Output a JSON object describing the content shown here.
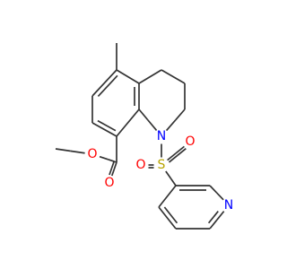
{
  "molecule": {
    "atoms": [
      {
        "id": "methyl-carbon",
        "symbol": "",
        "color": "#333333"
      },
      {
        "id": "c5",
        "symbol": "",
        "color": "#333333"
      },
      {
        "id": "c4a",
        "symbol": "",
        "color": "#333333"
      },
      {
        "id": "c4",
        "symbol": "",
        "color": "#333333"
      },
      {
        "id": "c3",
        "symbol": "",
        "color": "#333333"
      },
      {
        "id": "c2",
        "symbol": "",
        "color": "#333333"
      },
      {
        "id": "ring-nitrogen",
        "symbol": "N",
        "color": "#0000ff"
      },
      {
        "id": "c8a",
        "symbol": "",
        "color": "#333333"
      },
      {
        "id": "c8",
        "symbol": "",
        "color": "#333333"
      },
      {
        "id": "c7",
        "symbol": "",
        "color": "#333333"
      },
      {
        "id": "c6",
        "symbol": "",
        "color": "#333333"
      },
      {
        "id": "ester-carbon",
        "symbol": "",
        "color": "#333333"
      },
      {
        "id": "carbonyl-oxygen",
        "symbol": "O",
        "color": "#ff0000"
      },
      {
        "id": "ester-oxygen",
        "symbol": "O",
        "color": "#ff0000"
      },
      {
        "id": "methoxy-carbon",
        "symbol": "",
        "color": "#333333"
      },
      {
        "id": "sulfur",
        "symbol": "S",
        "color": "#b8a400"
      },
      {
        "id": "sulfonyl-oxygen-right",
        "symbol": "O",
        "color": "#ff0000"
      },
      {
        "id": "sulfonyl-oxygen-left",
        "symbol": "O",
        "color": "#ff0000"
      },
      {
        "id": "py-c3",
        "symbol": "",
        "color": "#333333"
      },
      {
        "id": "py-c2",
        "symbol": "",
        "color": "#333333"
      },
      {
        "id": "pyridine-nitrogen",
        "symbol": "N",
        "color": "#0000ff"
      },
      {
        "id": "py-c6",
        "symbol": "",
        "color": "#333333"
      },
      {
        "id": "py-c5",
        "symbol": "",
        "color": "#333333"
      },
      {
        "id": "py-c4",
        "symbol": "",
        "color": "#333333"
      }
    ],
    "bonds": [
      {
        "a": 0,
        "b": 1,
        "order": 1
      },
      {
        "a": 1,
        "b": 2,
        "order": 1
      },
      {
        "a": 2,
        "b": 3,
        "order": 1
      },
      {
        "a": 3,
        "b": 4,
        "order": 1
      },
      {
        "a": 4,
        "b": 5,
        "order": 1
      },
      {
        "a": 5,
        "b": 6,
        "order": 1
      },
      {
        "a": 6,
        "b": 7,
        "order": 1
      },
      {
        "a": 7,
        "b": 2,
        "order": 2,
        "inner": 1
      },
      {
        "a": 7,
        "b": 8,
        "order": 1
      },
      {
        "a": 8,
        "b": 9,
        "order": 2,
        "inner": 1
      },
      {
        "a": 9,
        "b": 10,
        "order": 1
      },
      {
        "a": 10,
        "b": 1,
        "order": 2,
        "inner": 1
      },
      {
        "a": 8,
        "b": 11,
        "order": 1
      },
      {
        "a": 11,
        "b": 12,
        "order": 2,
        "side": 1
      },
      {
        "a": 11,
        "b": 13,
        "order": 1
      },
      {
        "a": 13,
        "b": 14,
        "order": 1
      },
      {
        "a": 6,
        "b": 15,
        "order": 1
      },
      {
        "a": 15,
        "b": 16,
        "order": 2,
        "side": 1
      },
      {
        "a": 15,
        "b": 17,
        "order": 2,
        "side": -1
      },
      {
        "a": 15,
        "b": 18,
        "order": 1
      },
      {
        "a": 18,
        "b": 19,
        "order": 2,
        "inner": 1
      },
      {
        "a": 19,
        "b": 20,
        "order": 1
      },
      {
        "a": 20,
        "b": 21,
        "order": 2,
        "inner": 1
      },
      {
        "a": 21,
        "b": 22,
        "order": 1
      },
      {
        "a": 22,
        "b": 23,
        "order": 2,
        "inner": 1
      },
      {
        "a": 23,
        "b": 18,
        "order": 1
      }
    ],
    "ring_centers": [
      {
        "atoms": [
          1,
          2,
          7,
          8,
          9,
          10
        ]
      },
      {
        "atoms": [
          18,
          19,
          20,
          21,
          22,
          23
        ]
      }
    ]
  }
}
